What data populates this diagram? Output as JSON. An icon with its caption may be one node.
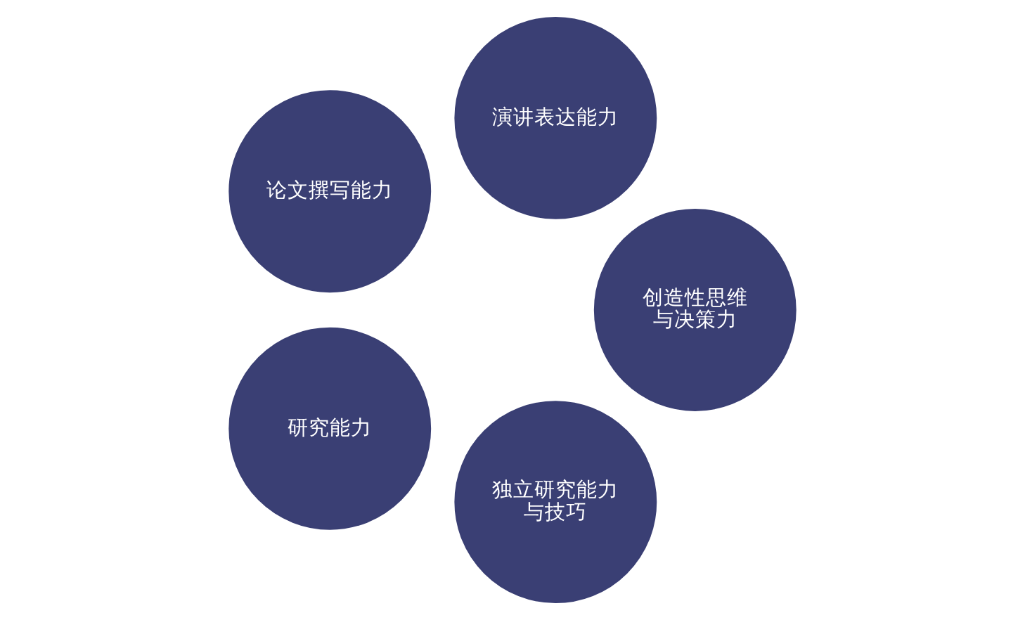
{
  "diagram": {
    "nodes": [
      {
        "text": [
          "独立研究能力与技巧"
        ]
      },
      {
        "text": [
          "研究能力"
        ]
      },
      {
        "text": [
          "创造性思维与决策力"
        ]
      },
      {
        "text": [
          "论文撰写能力"
        ]
      },
      {
        "text": [
          "演讲表达能力"
        ]
      }
    ]
  }
}
